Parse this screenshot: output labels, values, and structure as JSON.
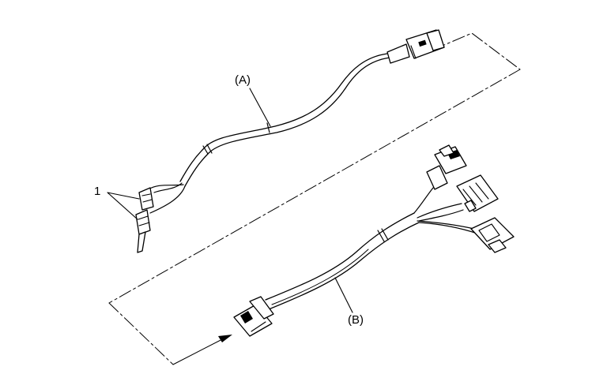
{
  "labels": {
    "harness_a": "(A)",
    "harness_b": "(B)",
    "callout_1": "1"
  },
  "colors": {
    "ink": "#000000",
    "paper": "#ffffff"
  }
}
